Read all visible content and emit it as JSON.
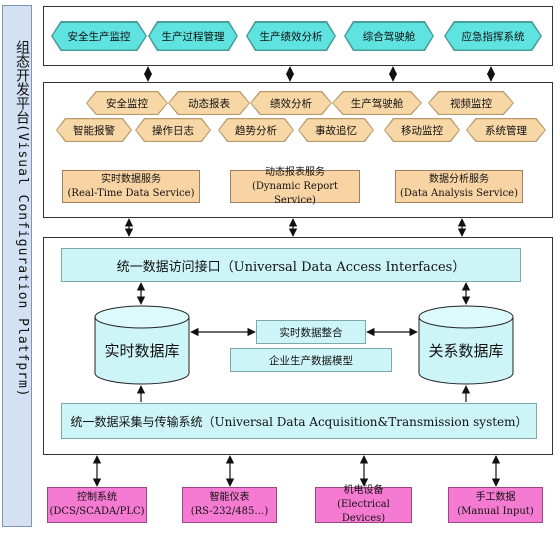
{
  "side_title": {
    "cn": "组态开发平台",
    "en": "(Visual Configuration Platfprm)"
  },
  "apps": [
    "安全生产监控",
    "生产过程管理",
    "生产绩效分析",
    "综合驾驶舱",
    "应急指挥系统"
  ],
  "modules_row1": [
    "安全监控",
    "动态报表",
    "绩效分析",
    "生产驾驶舱",
    "视频监控"
  ],
  "modules_row2": [
    "智能报警",
    "操作日志",
    "趋势分析",
    "事故追忆",
    "移动监控",
    "系统管理"
  ],
  "services": [
    {
      "cn": "实时数据服务",
      "en": "(Real-Time  Data Service)"
    },
    {
      "cn": "动态报表服务",
      "en": "(Dynamic Report Service)"
    },
    {
      "cn": "数据分析服务",
      "en": "(Data Analysis Service)"
    }
  ],
  "access_interface": "统一数据访问接口（Universal Data Access Interfaces）",
  "realtime_db": "实时数据库",
  "relational_db": "关系数据库",
  "integration": "实时数据整合",
  "enterprise_model": "企业生产数据模型",
  "acquisition": "统一数据采集与传输系统（Universal Data Acquisition&Transmission system）",
  "sources": [
    {
      "cn": "控制系统",
      "en": "(DCS/SCADA/PLC)"
    },
    {
      "cn": "智能仪表",
      "en": "(RS-232/485…)"
    },
    {
      "cn": "机电设备",
      "en": "(Electrical Devices)"
    },
    {
      "cn": "手工数据",
      "en": "(Manual Input)"
    }
  ],
  "colors": {
    "app_hex": "#5fe3e0",
    "module_hex": "#f8d7a6",
    "service_box": "#f8d3a4",
    "data_box": "#cdf5f7",
    "source_box": "#f57bd2",
    "side_bar": "#d3e1f2"
  }
}
